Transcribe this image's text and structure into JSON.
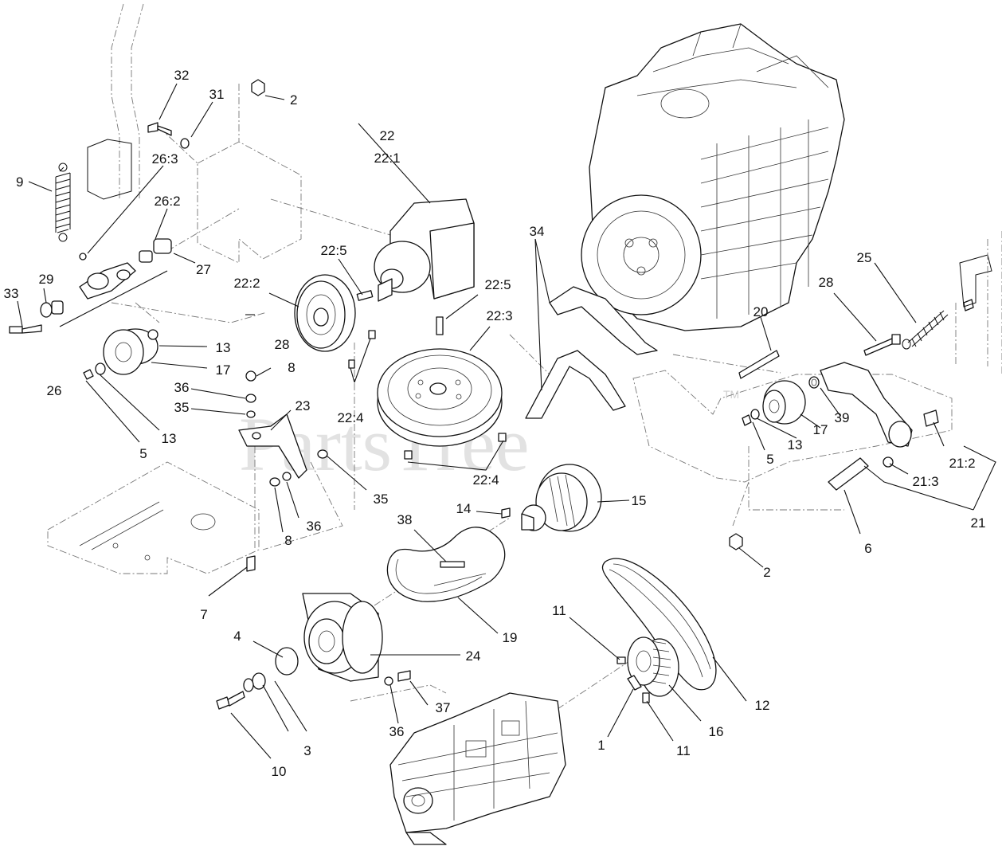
{
  "watermark": {
    "text": "PartsTree",
    "trademark": "TM"
  },
  "callouts": {
    "c1": "1",
    "c2a": "2",
    "c2b": "2",
    "c3": "3",
    "c4": "4",
    "c5a": "5",
    "c5b": "5",
    "c6": "6",
    "c7": "7",
    "c8a": "8",
    "c8b": "8",
    "c9": "9",
    "c10": "10",
    "c11a": "11",
    "c11b": "11",
    "c12": "12",
    "c13a": "13",
    "c13b": "13",
    "c13c": "13",
    "c14": "14",
    "c15": "15",
    "c16": "16",
    "c17a": "17",
    "c17b": "17",
    "c19": "19",
    "c20": "20",
    "c21": "21",
    "c21_2": "21:2",
    "c21_3": "21:3",
    "c22": "22",
    "c22_1": "22:1",
    "c22_2": "22:2",
    "c22_3": "22:3",
    "c22_4a": "22:4",
    "c22_4b": "22:4",
    "c22_5a": "22:5",
    "c22_5b": "22:5",
    "c23": "23",
    "c24": "24",
    "c25": "25",
    "c26": "26",
    "c26_2": "26:2",
    "c26_3": "26:3",
    "c27": "27",
    "c28a": "28",
    "c28b": "28",
    "c29": "29",
    "c31": "31",
    "c32": "32",
    "c33": "33",
    "c34": "34",
    "c35a": "35",
    "c35b": "35",
    "c36a": "36",
    "c36b": "36",
    "c36c": "36",
    "c37": "37",
    "c38": "38",
    "c39": "39"
  }
}
